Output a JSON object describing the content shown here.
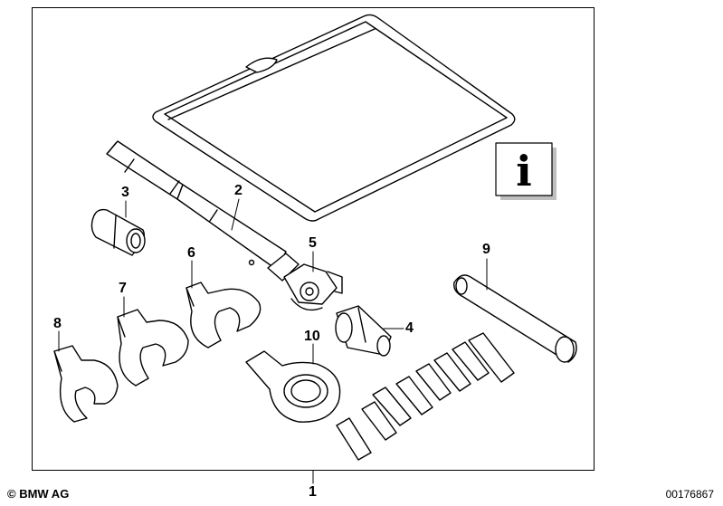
{
  "diagram": {
    "callouts": [
      {
        "id": "1",
        "label": "1"
      },
      {
        "id": "2",
        "label": "2"
      },
      {
        "id": "3",
        "label": "3"
      },
      {
        "id": "4",
        "label": "4"
      },
      {
        "id": "5",
        "label": "5"
      },
      {
        "id": "6",
        "label": "6"
      },
      {
        "id": "7",
        "label": "7"
      },
      {
        "id": "8",
        "label": "8"
      },
      {
        "id": "9",
        "label": "9"
      },
      {
        "id": "10",
        "label": "10"
      }
    ],
    "info_symbol": "i"
  },
  "footer": {
    "copyright": "© BMW AG",
    "image_number": "00176867"
  },
  "colors": {
    "line": "#000000",
    "background": "#ffffff",
    "card_shadow": "#bfbfbf"
  }
}
